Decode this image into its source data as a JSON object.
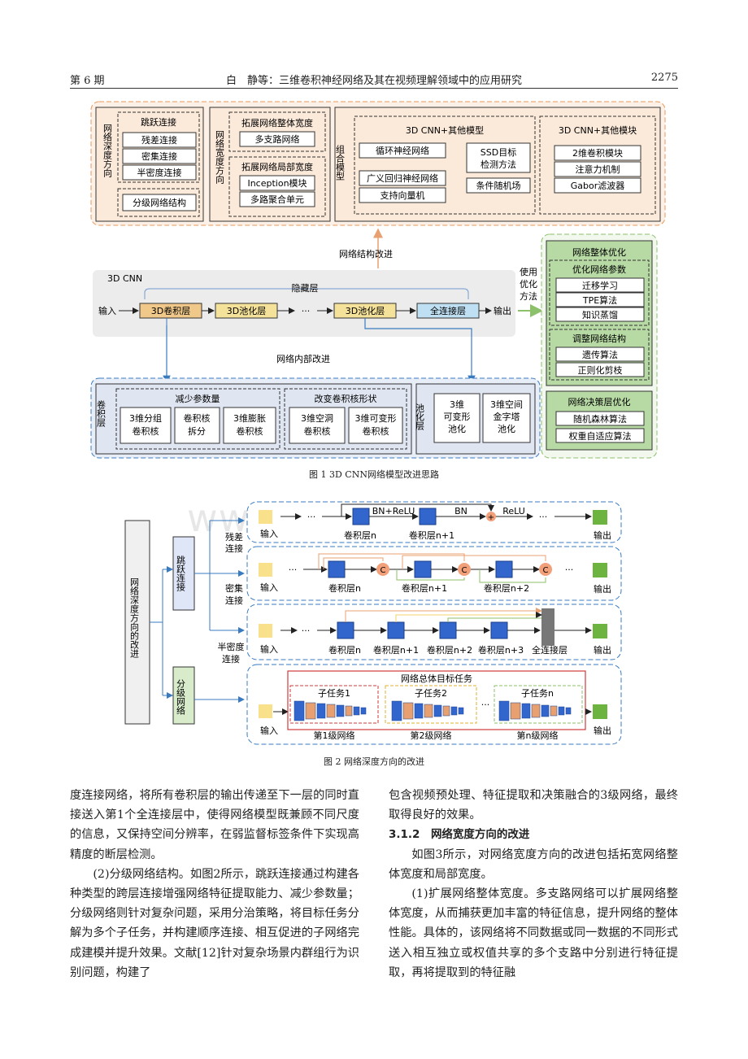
{
  "header": {
    "issue": "第 6 期",
    "title": "白　静等：三维卷积神经网络及其在视频理解领域中的应用研究",
    "page": "2275"
  },
  "fig1": {
    "caption": "图 1 3D CNN网络模型改进思路",
    "depth_dir": "网络深度方向",
    "skip_title": "跳跃连接",
    "skip_items": [
      "残差连接",
      "密集连接",
      "半密度连接"
    ],
    "hier": "分级网络结构",
    "width_dir": "网络宽度方向",
    "width_overall": "拓展网络整体宽度",
    "multi_branch": "多支路网络",
    "width_local": "拓展网络局部宽度",
    "inception": "Inception模块",
    "multipath": "多路聚合单元",
    "combo": "组合模型",
    "other_models": "3D CNN+其他模型",
    "rnn": "循环神经网络",
    "grnn": "广义回归神经网络",
    "svm": "支持向量机",
    "ssd": "SSD目标检测方法",
    "crf": "条件随机场",
    "other_modules": "3D CNN+其他模块",
    "modules": [
      "2维卷积模块",
      "注意力机制",
      "Gabor滤波器"
    ],
    "struct_improve": "网络结构改进",
    "cnn": "3D CNN",
    "hidden": "隐藏层",
    "input": "输入",
    "conv": "3D卷积层",
    "pool1": "3D池化层",
    "dots": "···",
    "pool2": "3D池化层",
    "fc": "全连接层",
    "output": "输出",
    "use_opt": "使用优化方法",
    "internal": "网络内部改进",
    "overall_opt": "网络整体优化",
    "opt_params": "优化网络参数",
    "params": [
      "迁移学习",
      "TPE算法",
      "知识蒸馏"
    ],
    "adj_struct": "调整网络结构",
    "structs": [
      "遗传算法",
      "正则化剪枝"
    ],
    "decision": "网络决策层优化",
    "decisions": [
      "随机森林算法",
      "权重自适应算法"
    ],
    "conv_layer": "卷积层",
    "reduce": "减少参数量",
    "reduce_items": [
      "3维分组卷积核",
      "卷积核拆分",
      "3维膨胀卷积核"
    ],
    "shape": "改变卷积核形状",
    "shape_items": [
      "3维空洞卷积核",
      "3维可变形卷积核"
    ],
    "pool_layer": "池化层",
    "pool_items": [
      "3维可变形池化",
      "3维空间金字塔池化"
    ]
  },
  "fig2": {
    "caption": "图 2 网络深度方向的改进",
    "main": "网络深度方向的改进",
    "skip": "跳跃连接",
    "hier": "分级网络",
    "residual": "残差连接",
    "dense": "密集连接",
    "semidense": "半密度连接",
    "input": "输入",
    "output": "输出",
    "bnrelu": "BN+ReLU",
    "bn": "BN",
    "relu": "ReLU",
    "convn": "卷积层n",
    "convn1": "卷积层n+1",
    "convn2": "卷积层n+2",
    "convn3": "卷积层n+3",
    "fc": "全连接层",
    "c": "C",
    "plus": "+",
    "dots": "···",
    "target": "网络总体目标任务",
    "sub1": "子任务1",
    "sub2": "子任务2",
    "subn": "子任务n",
    "lvl1": "第1级网络",
    "lvl2": "第2级网络",
    "lvln": "第n级网络"
  },
  "watermark": "www.zixin.com.cn",
  "text": {
    "left_p1": "度连接网络，将所有卷积层的输出传递至下一层的同时直接送入第1个全连接层中，使得网络模型既兼顾不同尺度的信息，又保持空间分辨率，在弱监督标签条件下实现高精度的断层检测。",
    "left_p2": "(2)分级网络结构。如图2所示，跳跃连接通过构建各种类型的跨层连接增强网络特征提取能力、减少参数量；分级网络则针对复杂问题，采用分治策略，将目标任务分解为多个子任务，并构建顺序连接、相互促进的子网络完成建模并提升效果。文献[12]针对复杂场景内群组行为识别问题，构建了",
    "right_p1": "包含视频预处理、特征提取和决策融合的3级网络，最终取得良好的效果。",
    "sec_num": "3.1.2",
    "sec_title": "网络宽度方向的改进",
    "right_p2": "如图3所示，对网络宽度方向的改进包括拓宽网络整体宽度和局部宽度。",
    "right_p3": "(1)扩展网络整体宽度。多支路网络可以扩展网络整体宽度，从而捕获更加丰富的特征信息，提升网络的整体性能。具体的，该网络将不同数据或同一数据的不同形式送入相互独立或权值共享的多个支路中分别进行特征提取，再将提取到的特征融"
  }
}
